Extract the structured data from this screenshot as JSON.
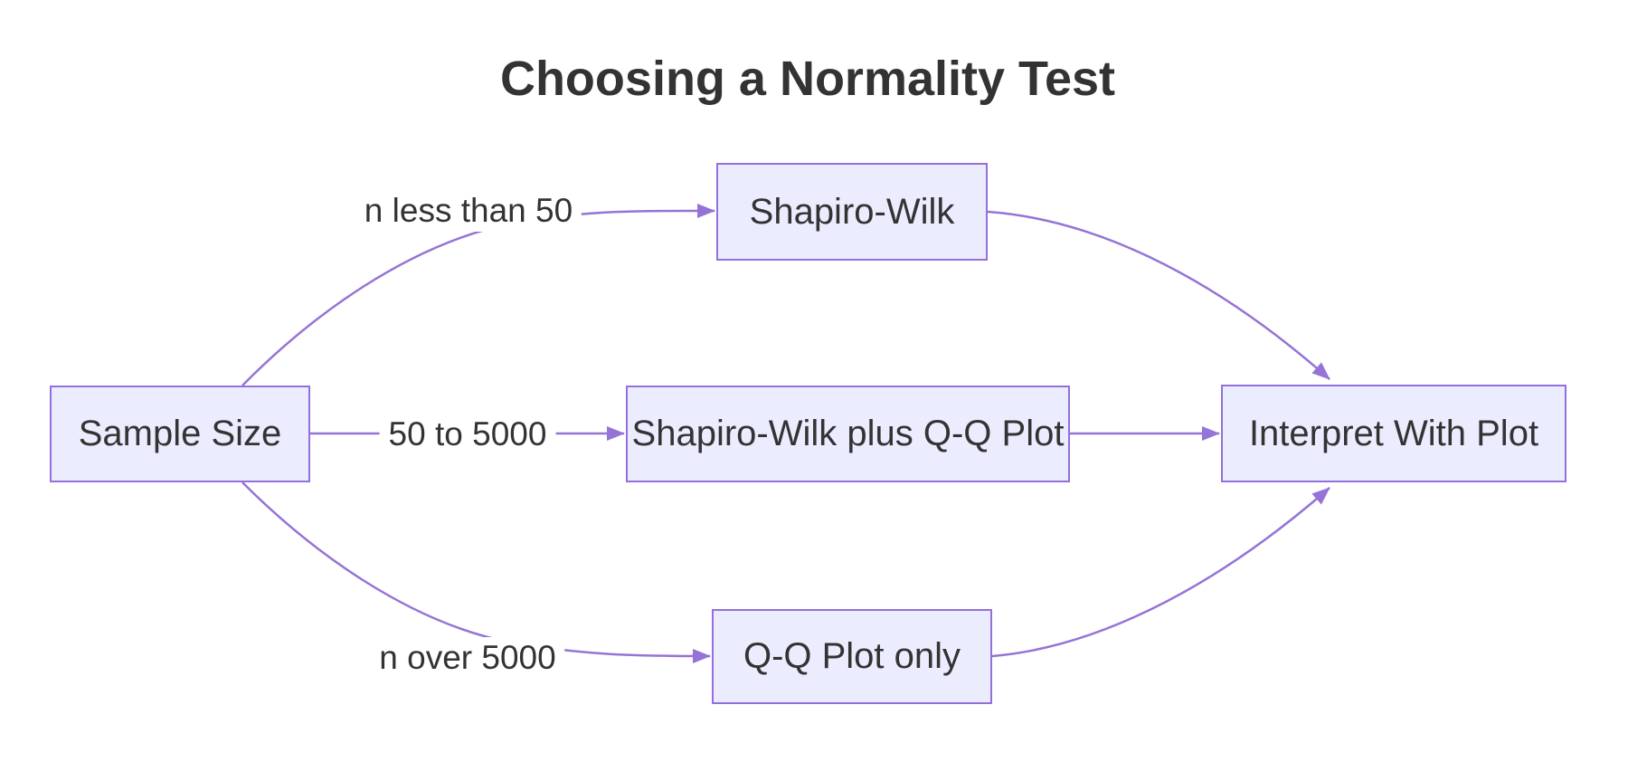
{
  "title": "Choosing a Normality Test",
  "diagram": {
    "type": "flowchart",
    "direction": "left-to-right",
    "nodes": [
      {
        "id": "sample_size",
        "label": "Sample Size"
      },
      {
        "id": "shapiro_wilk",
        "label": "Shapiro-Wilk"
      },
      {
        "id": "shapiro_qq",
        "label": "Shapiro-Wilk plus Q-Q Plot"
      },
      {
        "id": "qq_only",
        "label": "Q-Q Plot only"
      },
      {
        "id": "interpret",
        "label": "Interpret With Plot"
      }
    ],
    "edges": [
      {
        "from": "sample_size",
        "to": "shapiro_wilk",
        "label": "n less than 50"
      },
      {
        "from": "sample_size",
        "to": "shapiro_qq",
        "label": "50 to 5000"
      },
      {
        "from": "sample_size",
        "to": "qq_only",
        "label": "n over 5000"
      },
      {
        "from": "shapiro_wilk",
        "to": "interpret",
        "label": ""
      },
      {
        "from": "shapiro_qq",
        "to": "interpret",
        "label": ""
      },
      {
        "from": "qq_only",
        "to": "interpret",
        "label": ""
      }
    ]
  },
  "colors": {
    "background": "#FFFFFF",
    "node_fill": "#ECECFF",
    "node_border": "#9370DB",
    "edge": "#9673D6",
    "text": "#333333"
  }
}
